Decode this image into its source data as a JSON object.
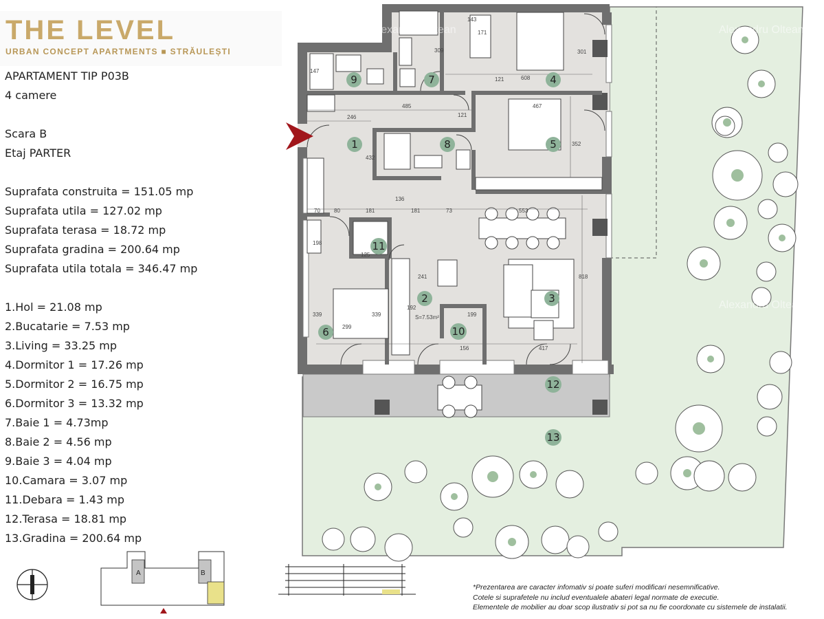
{
  "logo": {
    "title": "THE LEVEL",
    "subtitle": "URBAN CONCEPT APARTMENTS  ■  STRĂULEȘTI"
  },
  "info": {
    "apt_type": "APARTAMENT TIP P03B",
    "rooms": "4 camere",
    "stair": "Scara B",
    "floor": "Etaj PARTER",
    "areas": [
      "Suprafata construita = 151.05 mp",
      "Suprafata utila = 127.02 mp",
      "Suprafata terasa = 18.72 mp",
      "Suprafata gradina = 200.64 mp",
      "Suprafata utila totala = 346.47 mp"
    ],
    "room_list": [
      "1.Hol = 21.08 mp",
      "2.Bucatarie = 7.53 mp",
      "3.Living = 33.25 mp",
      "4.Dormitor 1 = 17.26 mp",
      "5.Dormitor 2 = 16.75 mp",
      "6.Dormitor 3 = 13.32 mp",
      "7.Baie 1 = 4.73mp",
      "8.Baie 2 = 4.56 mp",
      "9.Baie 3 = 4.04 mp",
      "10.Camara = 3.07 mp",
      "11.Debara = 1.43 mp",
      "12.Terasa = 18.81 mp",
      "13.Gradina = 200.64 mp"
    ]
  },
  "plan": {
    "room_numbers": [
      "1",
      "2",
      "3",
      "4",
      "5",
      "6",
      "7",
      "8",
      "9",
      "10",
      "11",
      "12",
      "13"
    ],
    "dims": [
      "143",
      "171",
      "309",
      "301",
      "147",
      "121",
      "608",
      "485",
      "246",
      "467",
      "121",
      "432",
      "352",
      "70",
      "80",
      "181",
      "136",
      "181",
      "73",
      "553",
      "198",
      "125",
      "241",
      "818",
      "339",
      "339",
      "299",
      "156",
      "199",
      "417",
      "192"
    ],
    "kitchen_area_label": "S=7.53m²",
    "block_labels": [
      "A",
      "B"
    ]
  },
  "watermark": "Alexandru Oltean",
  "notes": [
    "*Prezentarea are caracter infomativ si poate suferi modificari nesemnificative.",
    "Cotele si suprafetele nu includ eventualele abateri legal normate de executie.",
    "Elementele de mobilier au doar scop ilustrativ si pot sa nu fie coordonate cu sistemele de instalatii."
  ],
  "colors": {
    "gold": "#c9a96a",
    "wall": "#555555",
    "floor": "#e3e1de",
    "garden": "#e4efe0",
    "terrace": "#c9c9c9",
    "badge": "#8fb39a",
    "entry_arrow": "#a1161b",
    "key_highlight": "#e9e18a"
  }
}
